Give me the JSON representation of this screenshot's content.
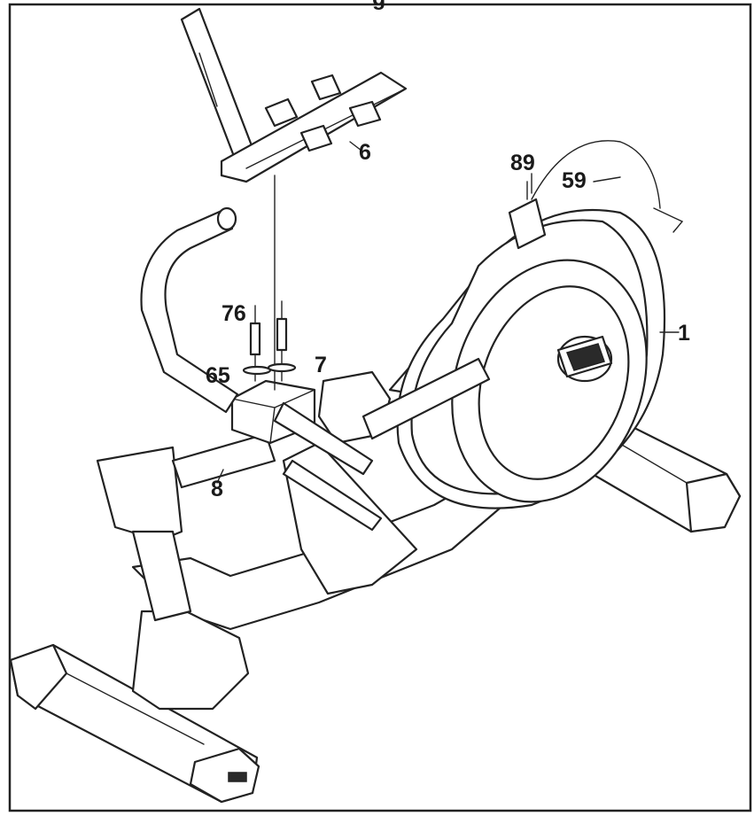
{
  "figure": {
    "page_fragment": "g",
    "parts": [
      {
        "id": "part-6",
        "label": "6"
      },
      {
        "id": "part-89",
        "label": "89"
      },
      {
        "id": "part-59",
        "label": "59"
      },
      {
        "id": "part-76",
        "label": "76"
      },
      {
        "id": "part-7",
        "label": "7"
      },
      {
        "id": "part-65",
        "label": "65"
      },
      {
        "id": "part-1",
        "label": "1"
      },
      {
        "id": "part-8",
        "label": "8"
      }
    ]
  }
}
